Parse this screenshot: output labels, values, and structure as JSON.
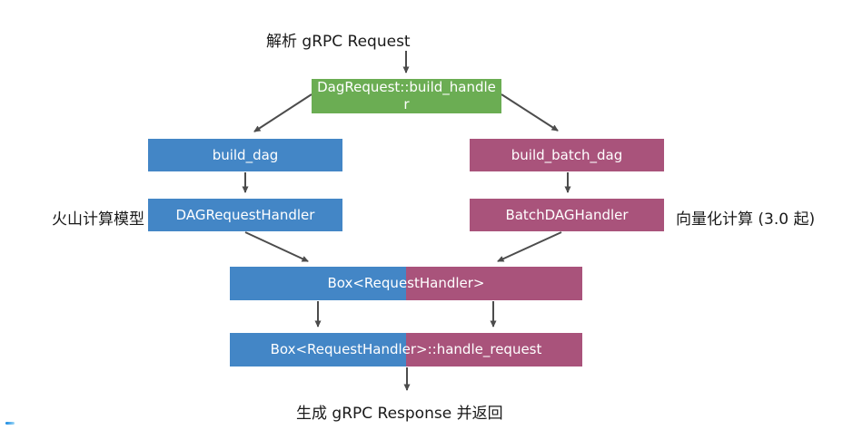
{
  "diagram": {
    "title_top": "解析 gRPC Request",
    "title_bottom": "生成 gRPC Response 并返回",
    "side_labels": {
      "left": "火山计算模型",
      "right": "向量化计算 (3.0 起)"
    },
    "nodes": {
      "build_handler": "DagRequest::build_handler",
      "build_dag": "build_dag",
      "build_batch_dag": "build_batch_dag",
      "dag_request_handler": "DAGRequestHandler",
      "batch_dag_handler": "BatchDAGHandler",
      "box_request_handler": "Box<RequestHandler>",
      "box_handle_request": "Box<RequestHandler>::handle_request"
    },
    "colors": {
      "green": "#6bad53",
      "blue": "#4386c6",
      "magenta": "#a9537b",
      "arrow": "#4c4c4c",
      "text_dark": "#1a1a1a",
      "text_light": "#ffffff"
    }
  }
}
